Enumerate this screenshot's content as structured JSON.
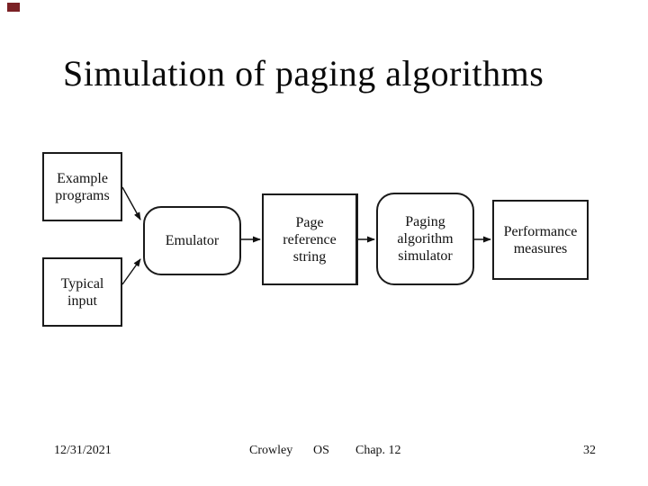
{
  "slide": {
    "title": "Simulation of paging algorithms"
  },
  "accent_colors": {
    "corner_marker": "#7b2125",
    "diagram_border": "#1a1a1a"
  },
  "diagram": {
    "nodes": [
      {
        "id": "example-programs",
        "shape": "rectangle",
        "lines": [
          "Example",
          "programs"
        ]
      },
      {
        "id": "typical-input",
        "shape": "rectangle",
        "lines": [
          "Typical",
          "input"
        ]
      },
      {
        "id": "emulator",
        "shape": "rounded-rectangle",
        "lines": [
          "Emulator"
        ]
      },
      {
        "id": "page-reference-string",
        "shape": "rectangle",
        "lines": [
          "Page",
          "reference",
          "string"
        ]
      },
      {
        "id": "paging-algorithm-simulator",
        "shape": "rounded-rectangle",
        "lines": [
          "Paging",
          "algorithm",
          "simulator"
        ]
      },
      {
        "id": "performance-measures",
        "shape": "rectangle",
        "lines": [
          "Performance",
          "measures"
        ]
      }
    ],
    "connections": [
      {
        "from": "example-programs",
        "to": "emulator"
      },
      {
        "from": "typical-input",
        "to": "emulator"
      },
      {
        "from": "emulator",
        "to": "page-reference-string"
      },
      {
        "from": "page-reference-string",
        "to": "paging-algorithm-simulator"
      },
      {
        "from": "paging-algorithm-simulator",
        "to": "performance-measures"
      }
    ]
  },
  "footer": {
    "date": "12/31/2021",
    "author": "Crowley",
    "course": "OS",
    "chapter": "Chap. 12",
    "page_number": "32"
  }
}
